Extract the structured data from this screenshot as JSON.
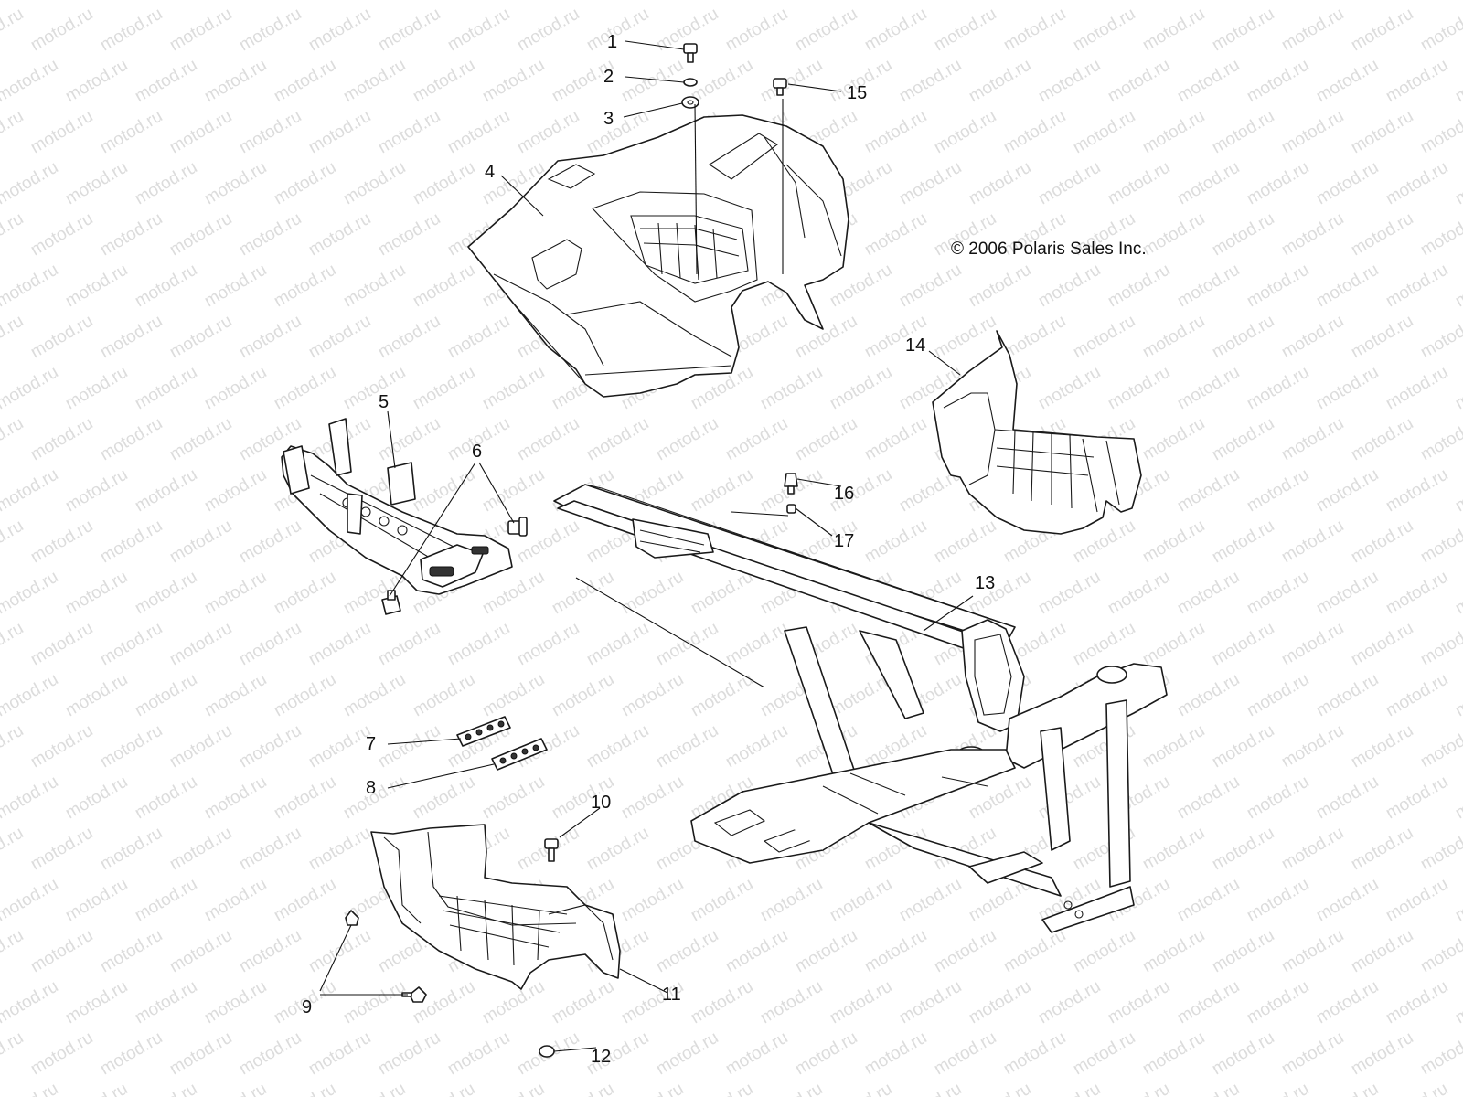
{
  "watermark": "motod.ru",
  "copyright": "© 2006 Polaris Sales Inc.",
  "callouts": [
    {
      "id": "1",
      "label": "1"
    },
    {
      "id": "2",
      "label": "2"
    },
    {
      "id": "3",
      "label": "3"
    },
    {
      "id": "4",
      "label": "4"
    },
    {
      "id": "5",
      "label": "5"
    },
    {
      "id": "6",
      "label": "6"
    },
    {
      "id": "7",
      "label": "7"
    },
    {
      "id": "8",
      "label": "8"
    },
    {
      "id": "9",
      "label": "9"
    },
    {
      "id": "10",
      "label": "10"
    },
    {
      "id": "11",
      "label": "11"
    },
    {
      "id": "12",
      "label": "12"
    },
    {
      "id": "13",
      "label": "13"
    },
    {
      "id": "14",
      "label": "14"
    },
    {
      "id": "15",
      "label": "15"
    },
    {
      "id": "16",
      "label": "16"
    },
    {
      "id": "17",
      "label": "17"
    }
  ]
}
